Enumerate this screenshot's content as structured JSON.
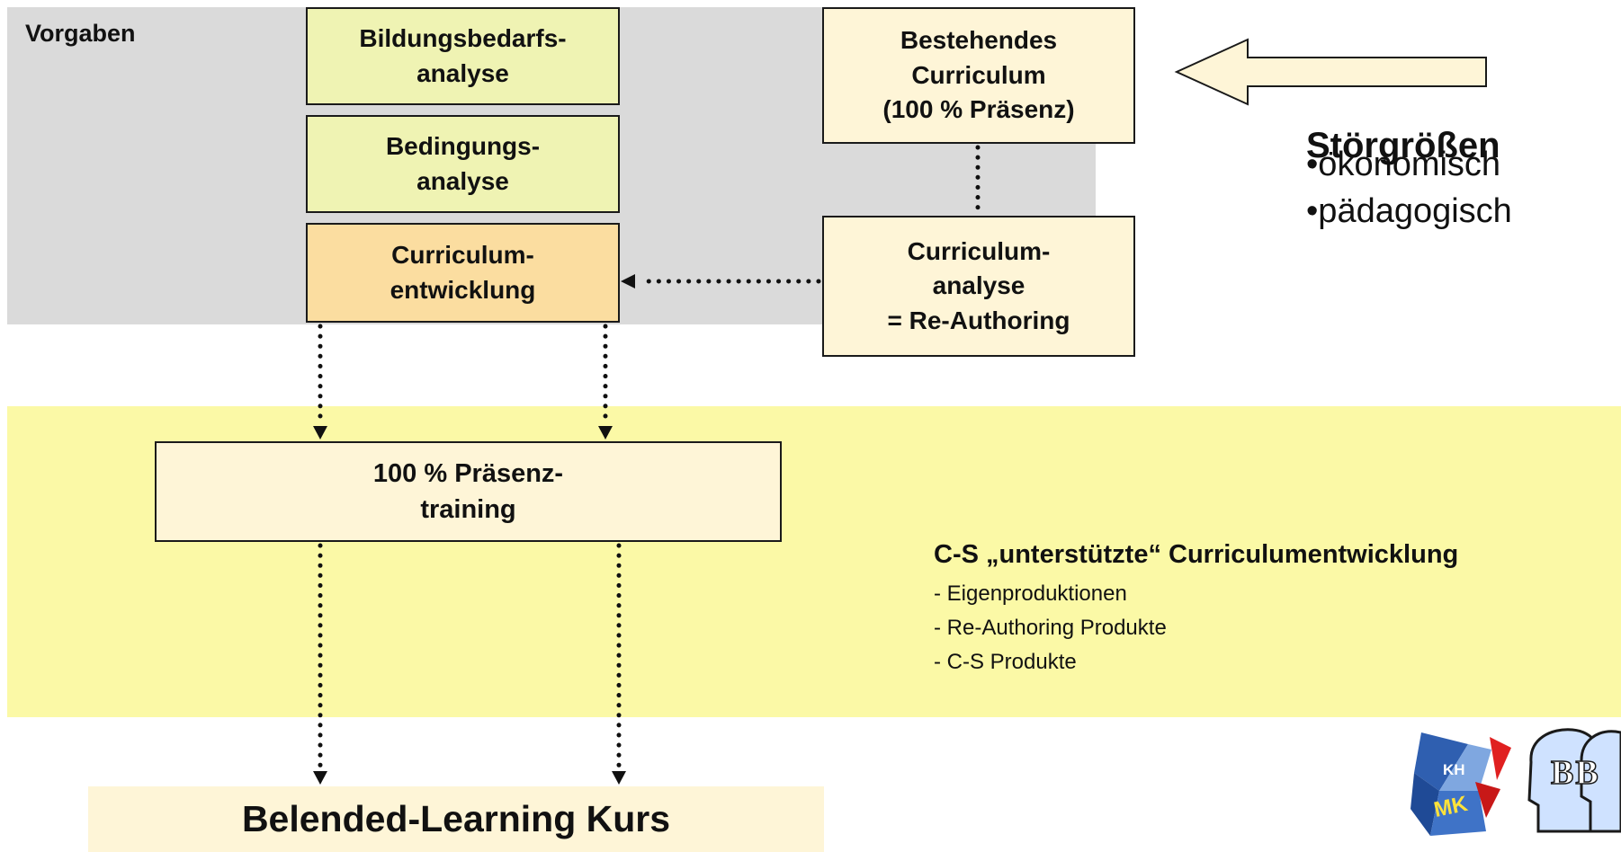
{
  "vorgaben_label": "Vorgaben",
  "boxes": {
    "bildungsbedarf": "Bildungsbedarfs-\nanalyse",
    "bedingungs": "Bedingungs-\nanalyse",
    "curriculumentwicklung": "Curriculum-\nentwicklung",
    "bestehendes_curriculum": "Bestehendes\nCurriculum\n(100 % Präsenz)",
    "curriculumanalyse": "Curriculum-\nanalyse\n= Re-Authoring",
    "praesenztraining": "100 % Präsenz-\ntraining",
    "blended_learning": "Belended-Learning Kurs"
  },
  "stoergroessen": {
    "title": "Störgrößen",
    "items": [
      "•ökonomisch",
      "•pädagogisch"
    ]
  },
  "cs_section": {
    "title": "C-S „unterstützte“ Curriculumentwicklung",
    "items": [
      "- Eigenproduktionen",
      "- Re-Authoring Produkte",
      "- C-S Produkte"
    ]
  },
  "logos": {
    "khmk_letters_top": "KH",
    "khmk_letters_bottom": "MK",
    "bb_letters": "BB"
  },
  "colors": {
    "gray_region": "#dadada",
    "yellow_region": "#fbf9a6",
    "green_box": "#eff3b3",
    "orange_box": "#fbdda0",
    "cream_box": "#fef5d7",
    "big_arrow_fill": "#fef5d7"
  }
}
